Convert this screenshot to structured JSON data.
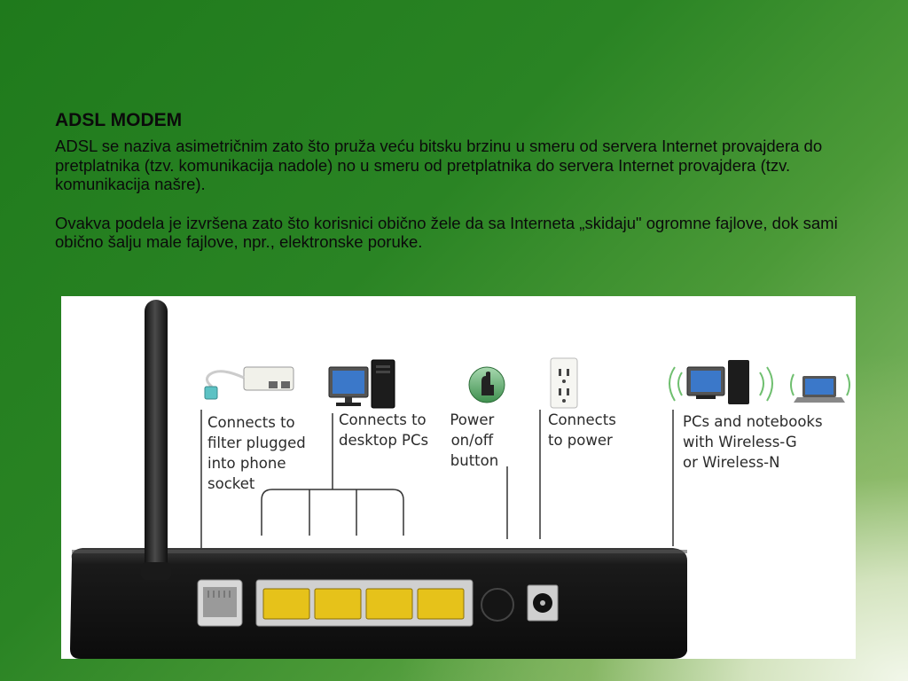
{
  "slide": {
    "title": "ADSL MODEM",
    "paragraph1": "ADSL se naziva asimetričnim zato što pruža veću bitsku brzinu u smeru od servera Internet provajdera do pretplatnika (tzv. komunikacija nadole) no u smeru od pretplatnika do servera Internet provajdera (tzv. komunikacija našre).",
    "paragraph2": "Ovakva podela je izvršena zato što korisnici obično žele da sa Interneta „skidaju\" ogromne fajlove, dok sami obično šalju male fajlove, npr., elektronske poruke."
  },
  "diagram": {
    "labels": {
      "filter": [
        "Connects to",
        "filter plugged",
        "into phone",
        "socket"
      ],
      "desktop": [
        "Connects to",
        "desktop PCs"
      ],
      "power_button": [
        "Power",
        "on/off",
        "button"
      ],
      "power": [
        "Connects",
        "to power"
      ],
      "wireless": [
        "PCs and notebooks",
        "with Wireless-G",
        "or Wireless-N"
      ]
    },
    "icons": [
      "phone-filter-icon",
      "desktop-pc-icon",
      "power-button-icon",
      "wall-socket-icon",
      "wireless-pc-icon",
      "wireless-laptop-icon"
    ]
  }
}
